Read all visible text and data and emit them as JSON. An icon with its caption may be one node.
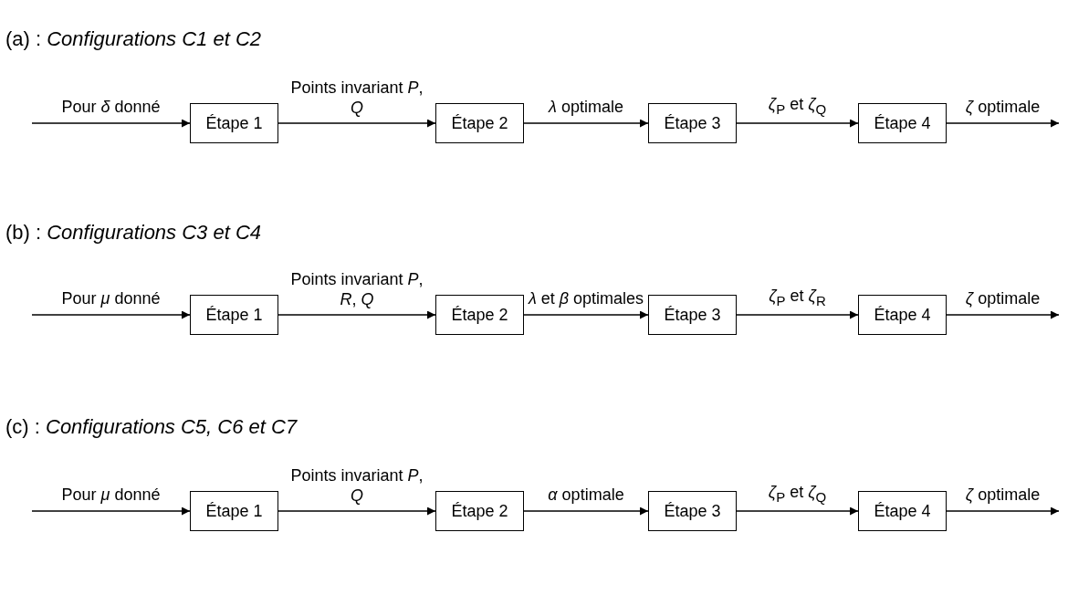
{
  "diagram": {
    "nodes": [
      {
        "text": [
          "Étape 1"
        ]
      },
      {
        "text": [
          "Étape 2"
        ]
      },
      {
        "text": [
          "Étape 3"
        ]
      },
      {
        "text": [
          "Étape 4"
        ]
      },
      {
        "text": [
          "Étape 1"
        ]
      },
      {
        "text": [
          "Étape 2"
        ]
      },
      {
        "text": [
          "Étape 3"
        ]
      },
      {
        "text": [
          "Étape 4"
        ]
      },
      {
        "text": [
          "Étape 1"
        ]
      },
      {
        "text": [
          "Étape 2"
        ]
      },
      {
        "text": [
          "Étape 3"
        ]
      },
      {
        "text": [
          "Étape 4"
        ]
      }
    ],
    "edges": [
      {
        "from": null,
        "to": 0,
        "arrow": "to",
        "label": "Pour *δ* donné"
      },
      {
        "from": 0,
        "to": 1,
        "arrow": "to",
        "label": "Points invariant *P*, *Q*"
      },
      {
        "from": 1,
        "to": 2,
        "arrow": "to",
        "label": "*λ* optimale"
      },
      {
        "from": 2,
        "to": 3,
        "arrow": "to",
        "label": "*ζ*$_{P}$ et *ζ*$_{Q}$"
      },
      {
        "from": 3,
        "to": null,
        "arrow": "to",
        "label": "*ζ* optimale"
      },
      {
        "from": null,
        "to": 4,
        "arrow": "to",
        "label": "Pour *μ* donné"
      },
      {
        "from": 4,
        "to": 5,
        "arrow": "to",
        "label": "Points invariant *P*, *R*, *Q*"
      },
      {
        "from": 5,
        "to": 6,
        "arrow": "to",
        "label": "*λ* et *β* optimales"
      },
      {
        "from": 6,
        "to": 7,
        "arrow": "to",
        "label": "*ζ*$_{P}$ et *ζ*$_{R}$"
      },
      {
        "from": 7,
        "to": null,
        "arrow": "to",
        "label": "*ζ* optimale"
      },
      {
        "from": null,
        "to": 8,
        "arrow": "to",
        "label": "Pour *μ* donné"
      },
      {
        "from": 8,
        "to": 9,
        "arrow": "to",
        "label": "Points invariant *P*, *Q*"
      },
      {
        "from": 9,
        "to": 10,
        "arrow": "to",
        "label": "*α* optimale"
      },
      {
        "from": 10,
        "to": 11,
        "arrow": "to",
        "label": "*ζ*$_{P}$ et *ζ*$_{Q}$"
      },
      {
        "from": 11,
        "to": null,
        "arrow": "to",
        "label": "*ζ* optimale"
      }
    ],
    "labels": [
      "(a) : *Configurations C1 et C2*",
      "(b) : *Configurations C3 et C4*",
      "(c) : *Configurations C5, C6 et C7*"
    ]
  }
}
